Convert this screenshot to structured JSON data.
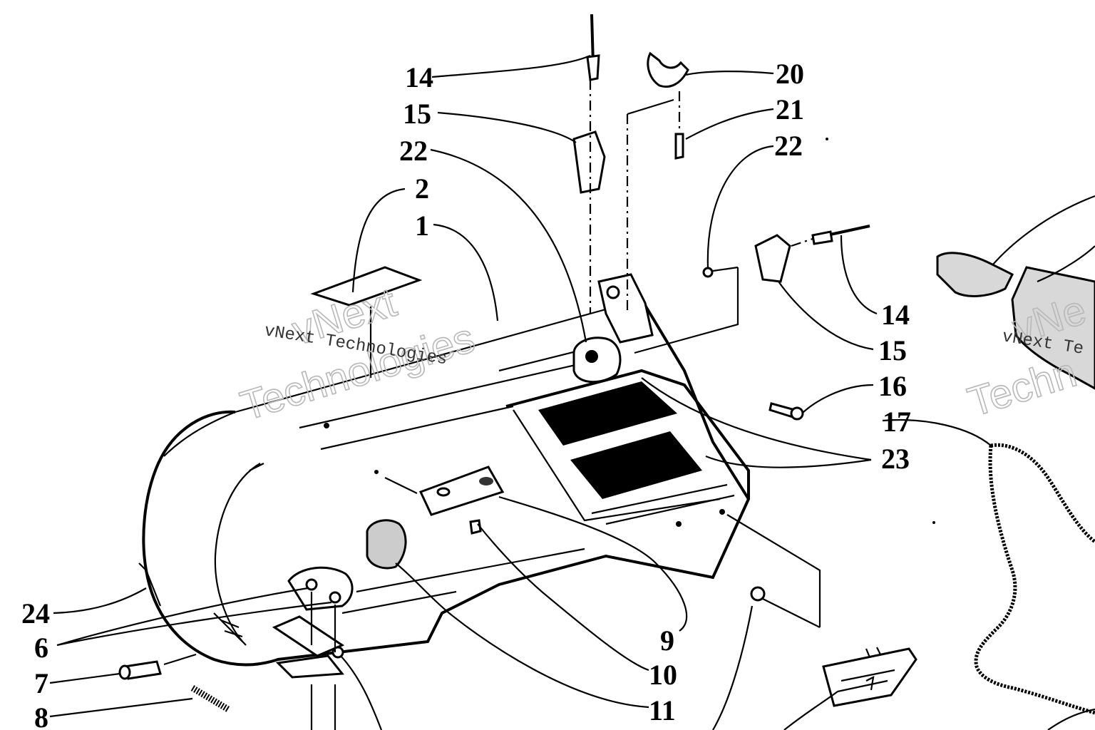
{
  "callouts": [
    {
      "id": "c14a",
      "text": "14"
    },
    {
      "id": "c15a",
      "text": "15"
    },
    {
      "id": "c22a",
      "text": "22"
    },
    {
      "id": "c2",
      "text": "2"
    },
    {
      "id": "c1",
      "text": "1"
    },
    {
      "id": "c20",
      "text": "20"
    },
    {
      "id": "c21",
      "text": "21"
    },
    {
      "id": "c22b",
      "text": "22"
    },
    {
      "id": "c14b",
      "text": "14"
    },
    {
      "id": "c15b",
      "text": "15"
    },
    {
      "id": "c16",
      "text": "16"
    },
    {
      "id": "c17",
      "text": "17"
    },
    {
      "id": "c23",
      "text": "23"
    },
    {
      "id": "c24",
      "text": "24"
    },
    {
      "id": "c6",
      "text": "6"
    },
    {
      "id": "c7",
      "text": "7"
    },
    {
      "id": "c8",
      "text": "8"
    },
    {
      "id": "c9",
      "text": "9"
    },
    {
      "id": "c10",
      "text": "10"
    },
    {
      "id": "c11",
      "text": "11"
    }
  ],
  "watermark": {
    "brand_line1": "vNext",
    "brand_line2": "Technologies",
    "small_text": "vNext Technologies",
    "right_line1": "vNe",
    "right_line2": "Techn",
    "right_small": "vNext Te"
  }
}
